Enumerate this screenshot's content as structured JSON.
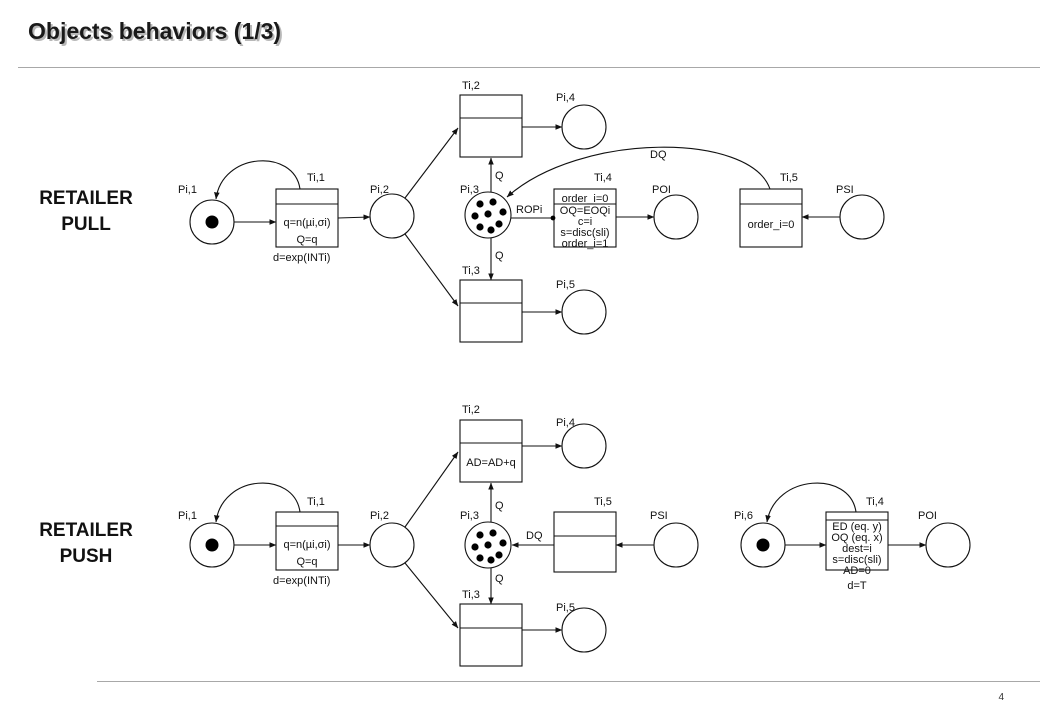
{
  "title": "Objects behaviors (1/3)",
  "page_number": "4",
  "sections": {
    "pull": [
      "RETAILER",
      "PULL"
    ],
    "push": [
      "RETAILER",
      "PUSH"
    ]
  },
  "pull": {
    "pi1": "Pi,1",
    "ti1": "Ti,1",
    "ti1_expr": "q=n(µi,σi)",
    "ti1_out": "Q=q",
    "ti1_delay": "d=exp(INTi)",
    "pi2": "Pi,2",
    "ti2": "Ti,2",
    "pi4": "Pi,4",
    "pi3": "Pi,3",
    "ti3": "Ti,3",
    "pi5": "Pi,5",
    "q_up": "Q",
    "q_down": "Q",
    "ropi": "ROPi",
    "dq": "DQ",
    "ti4": "Ti,4",
    "ti4_lines": [
      "order_i=0",
      "OQ=EOQi",
      "c=i",
      "s=disc(sli)",
      "order_i=1"
    ],
    "poi": "POI",
    "ti5": "Ti,5",
    "ti5_expr": "order_i=0",
    "psi": "PSI"
  },
  "push": {
    "pi1": "Pi,1",
    "ti1": "Ti,1",
    "ti1_expr": "q=n(µi,σi)",
    "ti1_out": "Q=q",
    "ti1_delay": "d=exp(INTi)",
    "pi2": "Pi,2",
    "ti2": "Ti,2",
    "ti2_expr": "AD=AD+q",
    "pi4": "Pi,4",
    "pi3": "Pi,3",
    "ti3": "Ti,3",
    "pi5": "Pi,5",
    "q_up": "Q",
    "q_down": "Q",
    "dq": "DQ",
    "ti5": "Ti,5",
    "psi": "PSI",
    "pi6": "Pi,6",
    "ti4": "Ti,4",
    "ti4_lines": [
      "ED (eq. y)",
      "OQ (eq. x)",
      "dest=i",
      "s=disc(sli)",
      "AD=0"
    ],
    "ti4_delay": "d=T",
    "poi": "POI"
  }
}
